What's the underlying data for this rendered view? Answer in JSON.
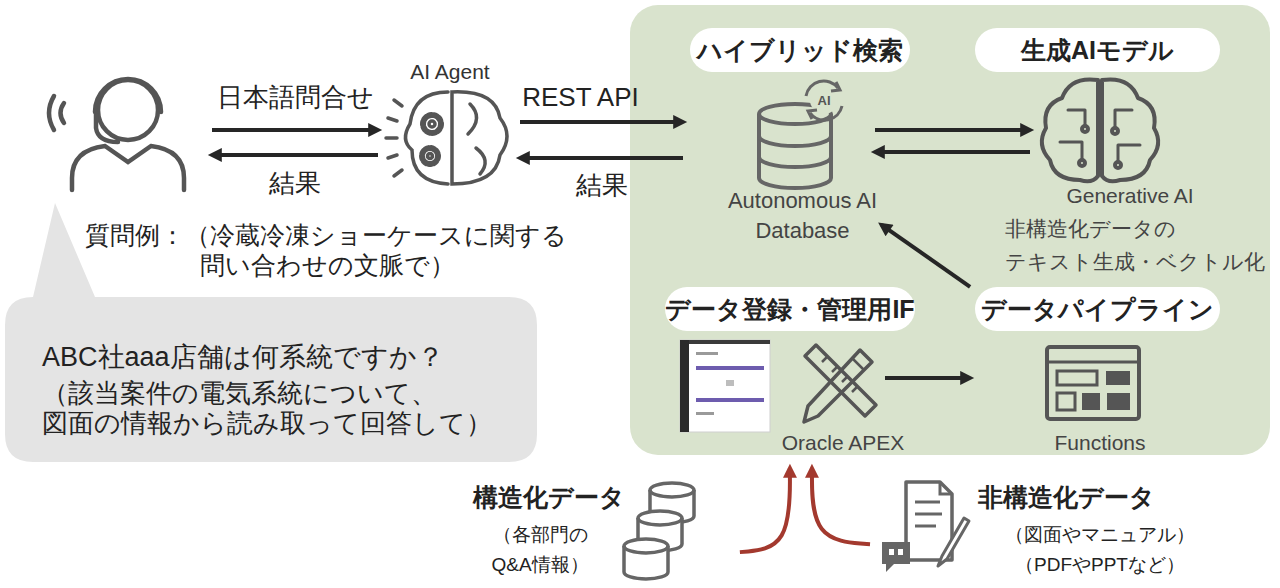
{
  "diagram": {
    "nodes": [
      {
        "text": [
          "質問例：（冷蔵冷凍ショーケースに関する 問い合わせの文脈で）"
        ]
      },
      {
        "text": [
          "ABC社aaa店舗は何系統ですか？",
          "（該当案件の電気系統について、 図面の情報から読み取って回答して）"
        ]
      },
      {
        "text": [
          "AI Agent"
        ]
      },
      {
        "text": [
          "ハイブリッド検索",
          "Autonomous AI Database"
        ]
      },
      {
        "text": [
          "生成AIモデル",
          "Generative AI",
          "非構造化データの テキスト生成・ベクトル化"
        ]
      },
      {
        "text": [
          "データ登録・管理用IF",
          "Oracle APEX"
        ]
      },
      {
        "text": [
          "データパイプライン",
          "Functions"
        ]
      },
      {
        "text": [
          "構造化データ",
          "（各部門の Q&A情報）"
        ]
      },
      {
        "text": [
          "非構造化データ",
          "（図面やマニュアル） （PDFやPPTなど）"
        ]
      }
    ],
    "edges": [
      {
        "from": 0,
        "to": 2,
        "label": "日本語問合せ",
        "arrow": "to"
      },
      {
        "from": 2,
        "to": 0,
        "label": "結果",
        "arrow": "to"
      },
      {
        "from": 2,
        "to": 3,
        "label": "REST API",
        "arrow": "to"
      },
      {
        "from": 3,
        "to": 2,
        "label": "結果",
        "arrow": "to"
      },
      {
        "from": 3,
        "to": 4,
        "arrow": "to"
      },
      {
        "from": 4,
        "to": 3,
        "arrow": "to"
      },
      {
        "from": 6,
        "to": 3,
        "arrow": "to"
      },
      {
        "from": 5,
        "to": 6,
        "arrow": "to"
      },
      {
        "from": 7,
        "to": 5,
        "arrow": "to"
      },
      {
        "from": 8,
        "to": 5,
        "arrow": "to"
      }
    ],
    "labels": [
      "AI"
    ]
  }
}
